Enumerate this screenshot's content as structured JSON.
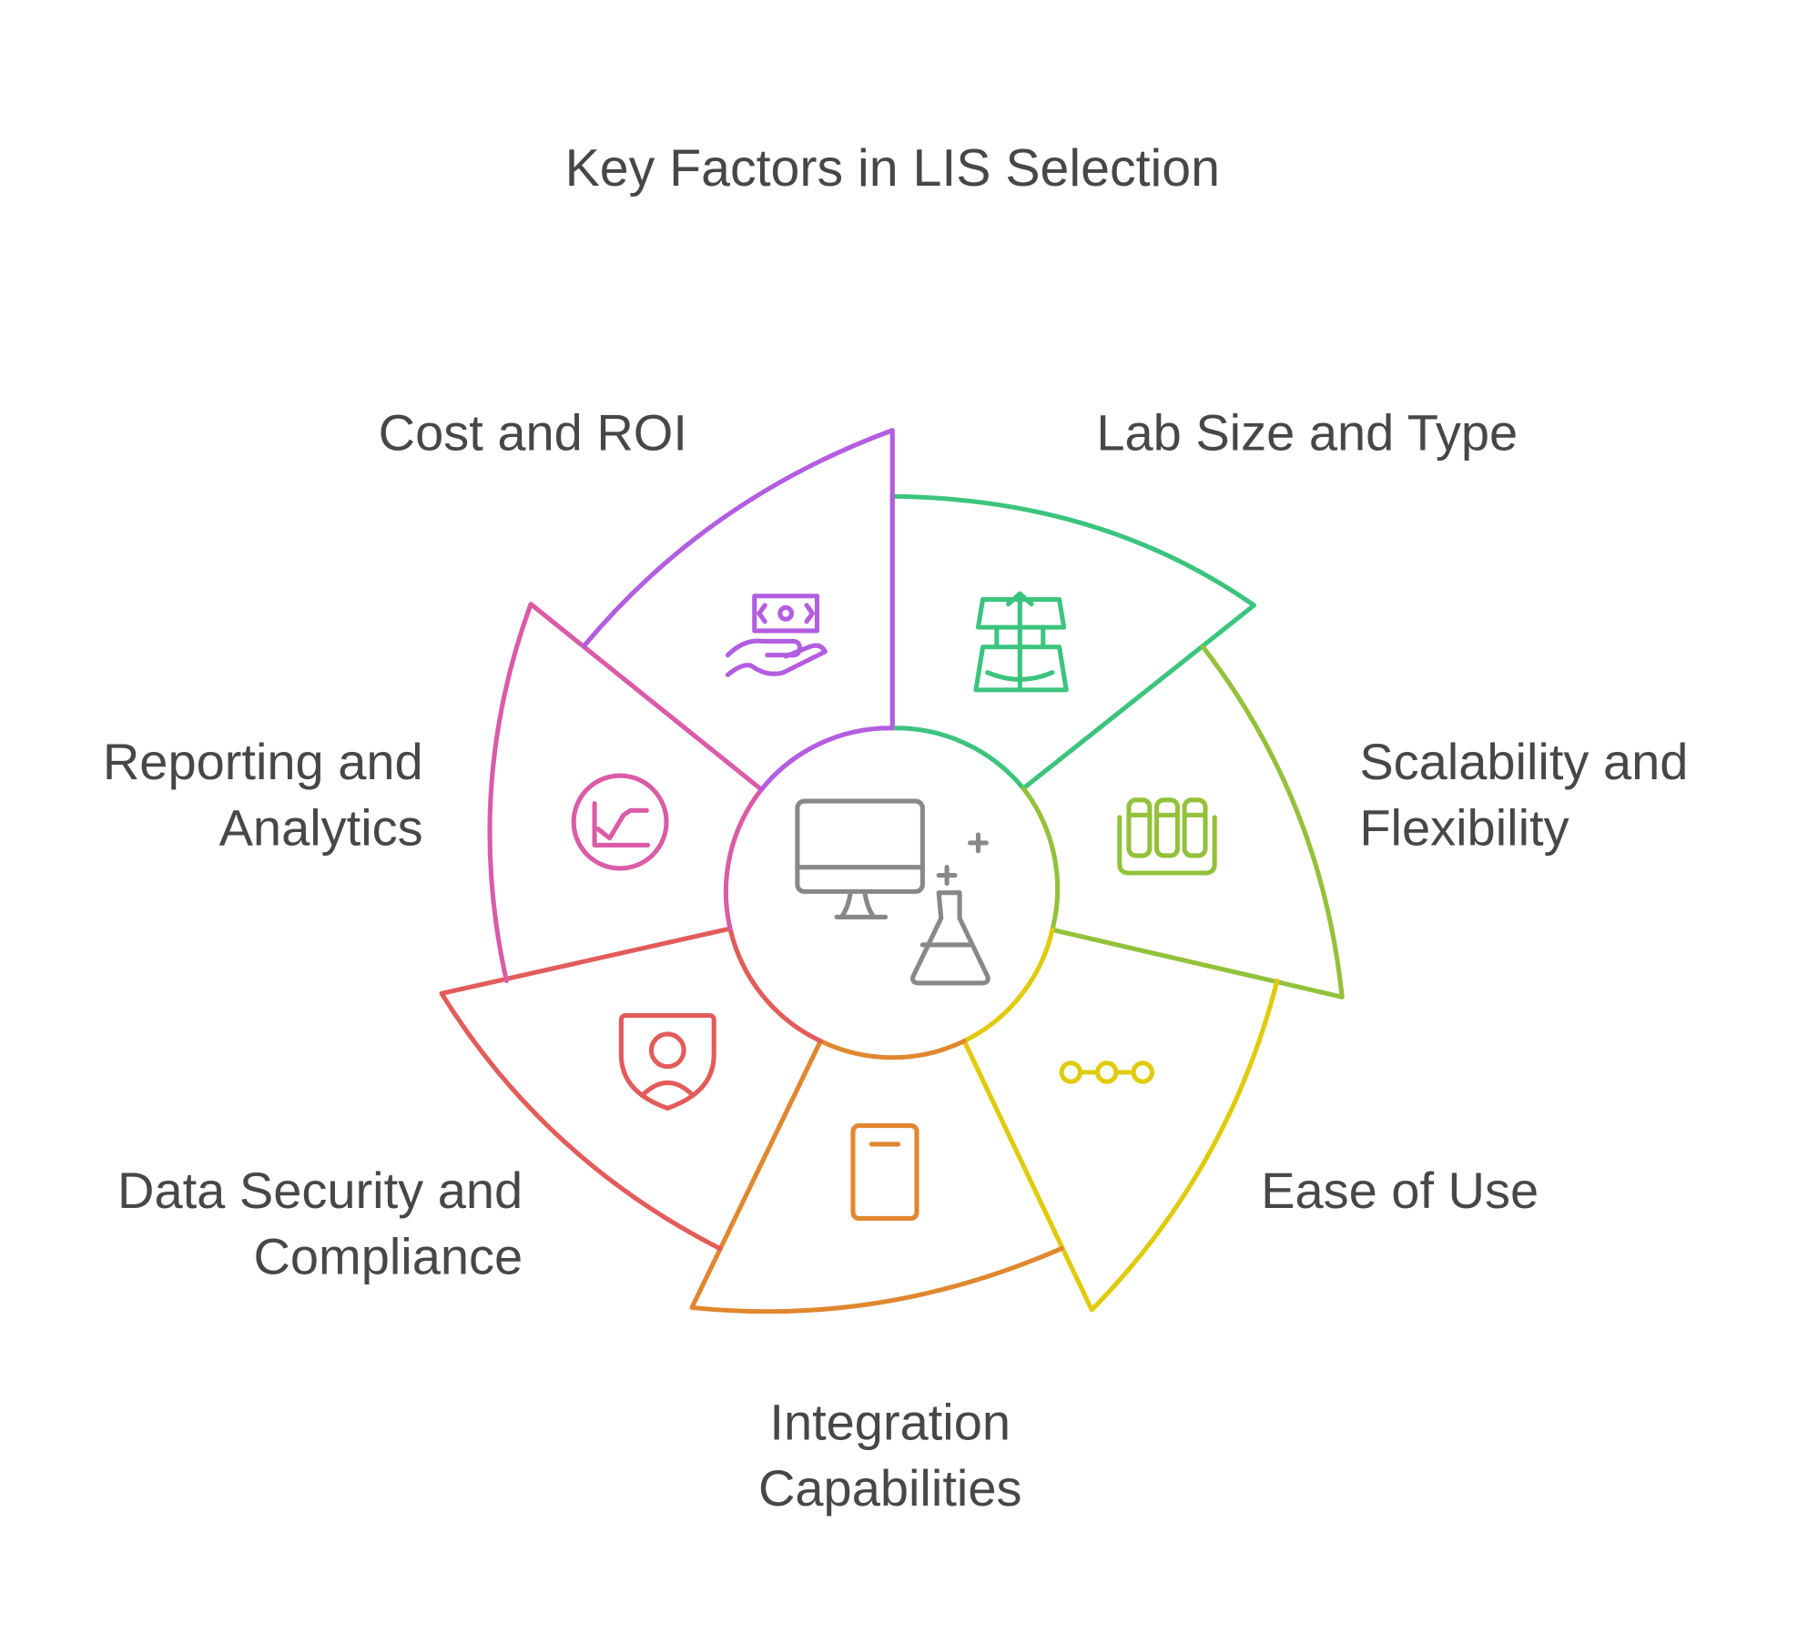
{
  "title": "Key Factors in LIS Selection",
  "center_icon": "computer-and-flask-icon",
  "factors": [
    {
      "lines": [
        "Lab Size and Type"
      ],
      "icon": "building-scale-icon",
      "color": "#3CC47F"
    },
    {
      "lines": [
        "Scalability and",
        "Flexibility"
      ],
      "icon": "test-tubes-icon",
      "color": "#93C13A"
    },
    {
      "lines": [
        "Ease of Use"
      ],
      "icon": "connected-dots-icon",
      "color": "#E0CB0A"
    },
    {
      "lines": [
        "Integration",
        "Capabilities"
      ],
      "icon": "tablet-icon",
      "color": "#E0872F"
    },
    {
      "lines": [
        "Data Security and",
        "Compliance"
      ],
      "icon": "shield-user-icon",
      "color": "#E25C5A"
    },
    {
      "lines": [
        "Reporting and",
        "Analytics"
      ],
      "icon": "chart-circle-icon",
      "color": "#DA5BA6"
    },
    {
      "lines": [
        "Cost and ROI"
      ],
      "icon": "money-hand-icon",
      "color": "#B35DE0"
    }
  ]
}
